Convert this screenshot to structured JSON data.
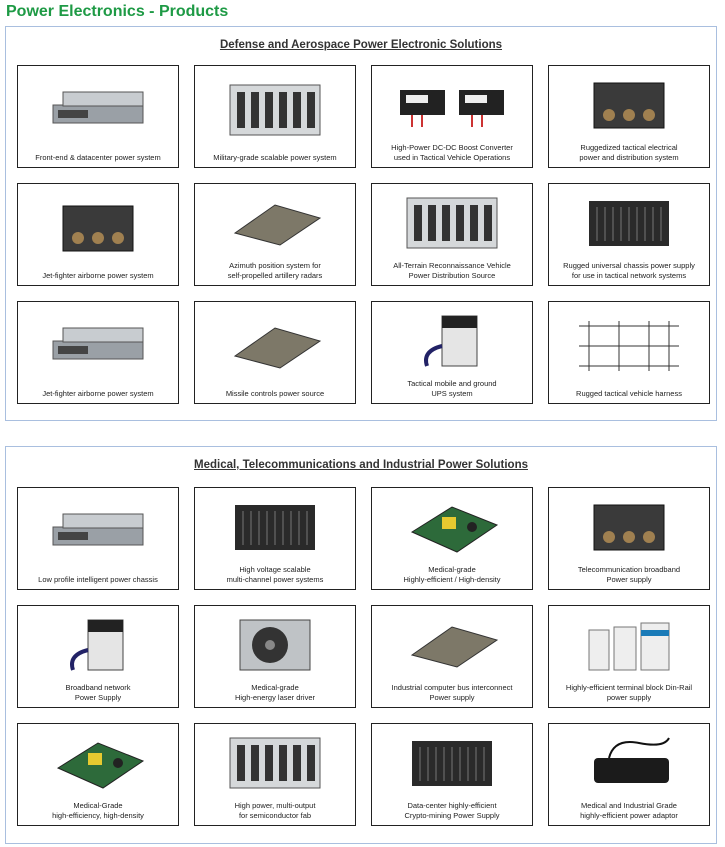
{
  "page_title": "Power Electronics - Products",
  "sections": [
    {
      "title": "Defense and Aerospace Power Electronic Solutions",
      "products": [
        {
          "caption": "Front-end & datacenter power system",
          "icon": "rack-psu"
        },
        {
          "caption": "Military-grade scalable power system",
          "icon": "rack-modules"
        },
        {
          "caption": "High-Power DC-DC Boost Converter\nused in Tactical Vehicle Operations",
          "icon": "boxes"
        },
        {
          "caption": "Ruggedized tactical electrical\npower and distribution system",
          "icon": "box-connectors"
        },
        {
          "caption": "Jet-fighter airborne power system",
          "icon": "box-connectors"
        },
        {
          "caption": "Azimuth position system for\nself-propelled artillery radars",
          "icon": "plate"
        },
        {
          "caption": "All-Terrain Reconnaissance Vehicle\nPower Distribution Source",
          "icon": "rack-modules"
        },
        {
          "caption": "Rugged universal chassis power supply\nfor use in tactical network systems",
          "icon": "finned"
        },
        {
          "caption": "Jet-fighter airborne power system",
          "icon": "rack-psu"
        },
        {
          "caption": "Missile controls power source",
          "icon": "plate"
        },
        {
          "caption": "Tactical mobile and ground\nUPS system",
          "icon": "battery"
        },
        {
          "caption": "Rugged tactical vehicle harness",
          "icon": "harness"
        }
      ]
    },
    {
      "title": "Medical, Telecommunications and Industrial Power Solutions",
      "products": [
        {
          "caption": "Low profile intelligent power chassis",
          "icon": "rack-psu"
        },
        {
          "caption": "High voltage scalable\nmulti-channel power systems",
          "icon": "finned"
        },
        {
          "caption": "Medical-grade\nHighly-efficient / High-density",
          "icon": "pcb"
        },
        {
          "caption": "Telecommunication broadband\nPower supply",
          "icon": "box-connectors"
        },
        {
          "caption": "Broadband network\nPower Supply",
          "icon": "battery"
        },
        {
          "caption": "Medical-grade\nHigh-energy laser driver",
          "icon": "fan"
        },
        {
          "caption": "Industrial computer bus interconnect\nPower supply",
          "icon": "plate"
        },
        {
          "caption": "Highly-efficient terminal block Din-Rail\npower supply",
          "icon": "dinrail"
        },
        {
          "caption": "Medical-Grade\nhigh-efficiency, high-density",
          "icon": "pcb"
        },
        {
          "caption": "High power, multi-output\nfor semiconductor fab",
          "icon": "rack-modules"
        },
        {
          "caption": "Data-center highly-efficient\nCrypto-mining Power Supply",
          "icon": "finned"
        },
        {
          "caption": "Medical and Industrial Grade\nhighly-efficient power adaptor",
          "icon": "adapter"
        }
      ]
    }
  ]
}
